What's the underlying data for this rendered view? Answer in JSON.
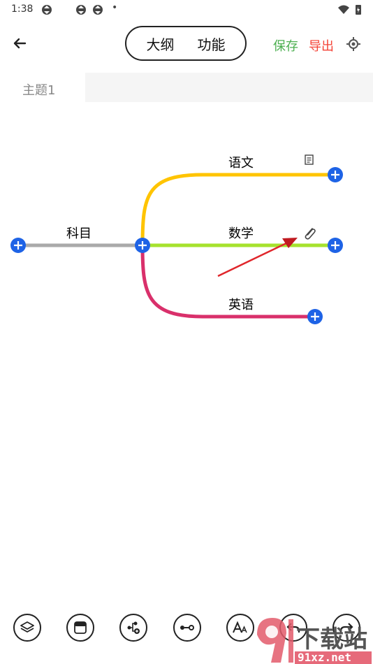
{
  "status": {
    "time": "1:38",
    "dot": "•"
  },
  "header": {
    "tabs": [
      {
        "label": "大纲"
      },
      {
        "label": "功能"
      }
    ],
    "save_label": "保存",
    "export_label": "导出"
  },
  "sheets": [
    {
      "label": "主题1"
    }
  ],
  "mindmap": {
    "root": {
      "label": "科目"
    },
    "branches": [
      {
        "label": "语文",
        "color": "#FFC400",
        "icon": "note-icon"
      },
      {
        "label": "数学",
        "color": "#A6E22E",
        "icon": "paperclip-icon"
      },
      {
        "label": "英语",
        "color": "#D9306B"
      }
    ],
    "root_line_color": "#AAAAAA",
    "node_button_color": "#1E63E6",
    "annotation_arrow_color": "#E0262B"
  },
  "colors": {
    "save": "#4CAF50",
    "export": "#F44336"
  },
  "toolbar": {
    "buttons": [
      {
        "name": "layers-icon"
      },
      {
        "name": "window-icon"
      },
      {
        "name": "add-subnode-icon"
      },
      {
        "name": "connect-icon"
      },
      {
        "name": "text-style-icon"
      },
      {
        "name": "undo-icon"
      },
      {
        "name": "redo-icon"
      }
    ]
  },
  "watermark": {
    "text": "下载站",
    "url_text": "91xz.net"
  }
}
